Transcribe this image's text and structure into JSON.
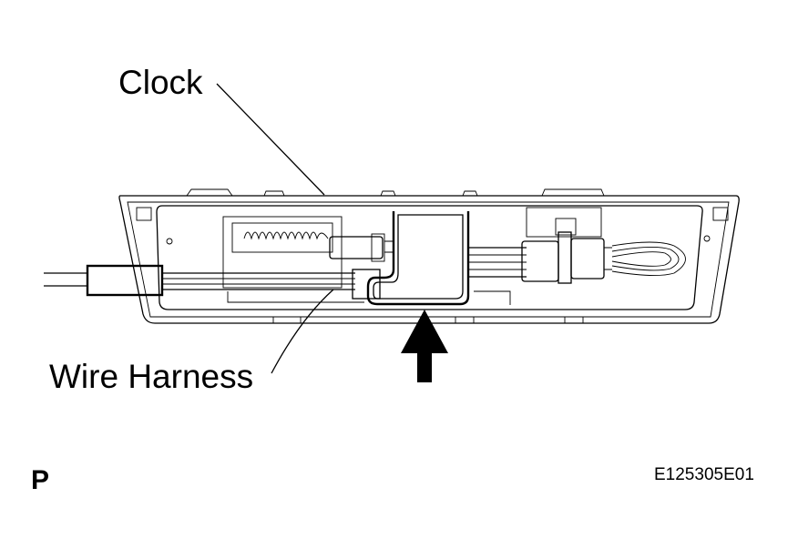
{
  "labels": {
    "clock": "Clock",
    "wire_harness": "Wire Harness",
    "view_mark": "P",
    "figure_code": "E125305E01"
  },
  "colors": {
    "line": "#000000",
    "background": "#ffffff"
  }
}
